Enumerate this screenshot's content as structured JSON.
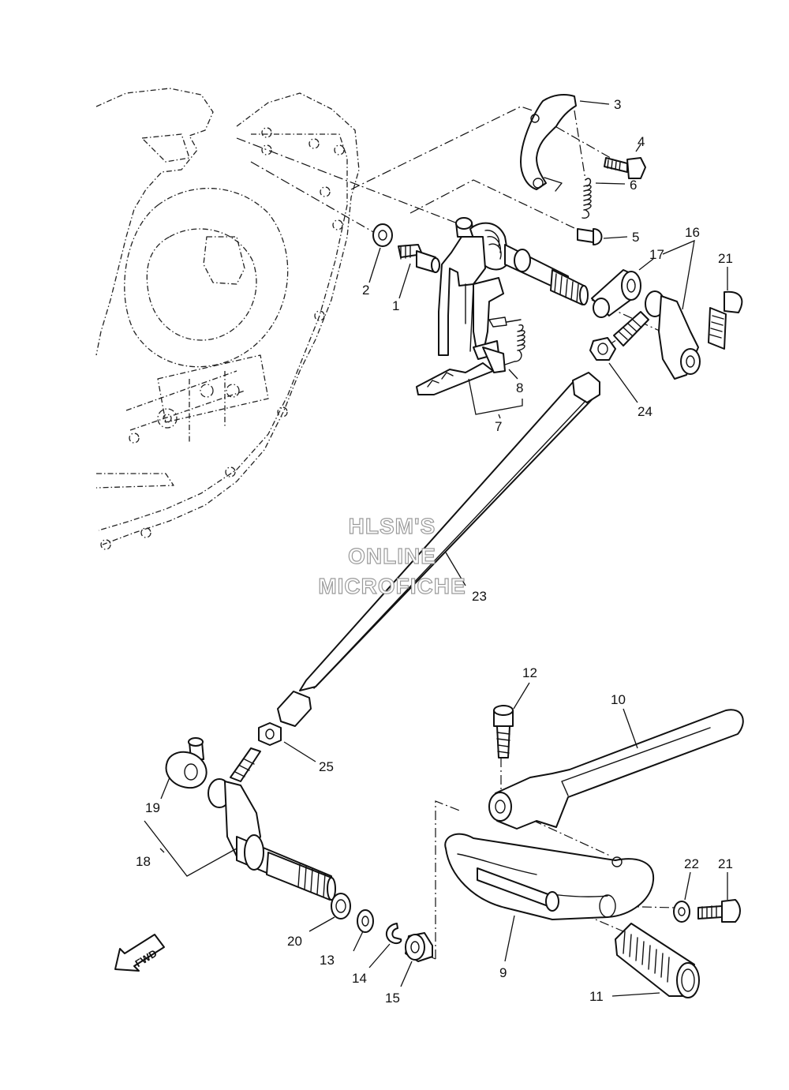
{
  "watermark": {
    "line1": "HLSM'S",
    "line2": "ONLINE",
    "line3": "MICROFICHE"
  },
  "direction_badge": "FWD",
  "callouts": [
    {
      "number": "1"
    },
    {
      "number": "2"
    },
    {
      "number": "3"
    },
    {
      "number": "4"
    },
    {
      "number": "5"
    },
    {
      "number": "6"
    },
    {
      "number": "7"
    },
    {
      "number": "8"
    },
    {
      "number": "9"
    },
    {
      "number": "10"
    },
    {
      "number": "11"
    },
    {
      "number": "12"
    },
    {
      "number": "13"
    },
    {
      "number": "14"
    },
    {
      "number": "15"
    },
    {
      "number": "16"
    },
    {
      "number": "17"
    },
    {
      "number": "18"
    },
    {
      "number": "19"
    },
    {
      "number": "20"
    },
    {
      "number": "21"
    },
    {
      "number": "22"
    },
    {
      "number": "23"
    },
    {
      "number": "24"
    },
    {
      "number": "25"
    },
    {
      "number": "21"
    }
  ]
}
